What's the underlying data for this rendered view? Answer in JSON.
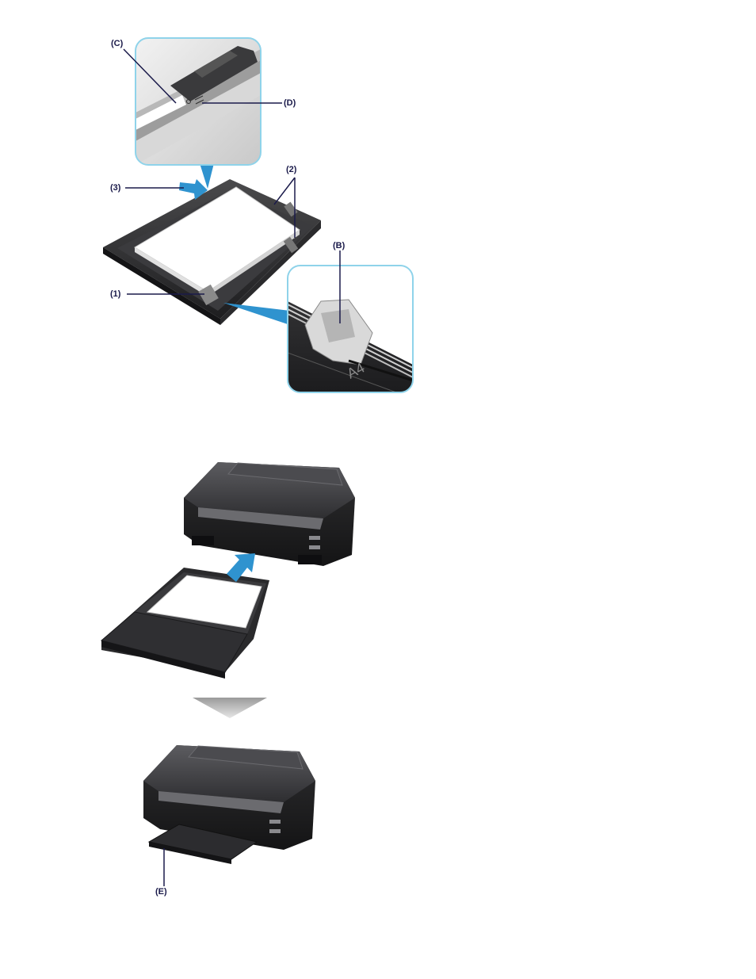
{
  "callouts": {
    "c": "(C)",
    "d": "(D)",
    "two": "(2)",
    "three": "(3)",
    "b": "(B)",
    "one": "(1)",
    "e": "(E)"
  },
  "tray_marking": "A4",
  "colors": {
    "accent_blue": "#2f93cf",
    "inset_border": "#8fd3ea",
    "printer_body": "#2c2c2e",
    "leader_line": "#1a1a4a"
  }
}
